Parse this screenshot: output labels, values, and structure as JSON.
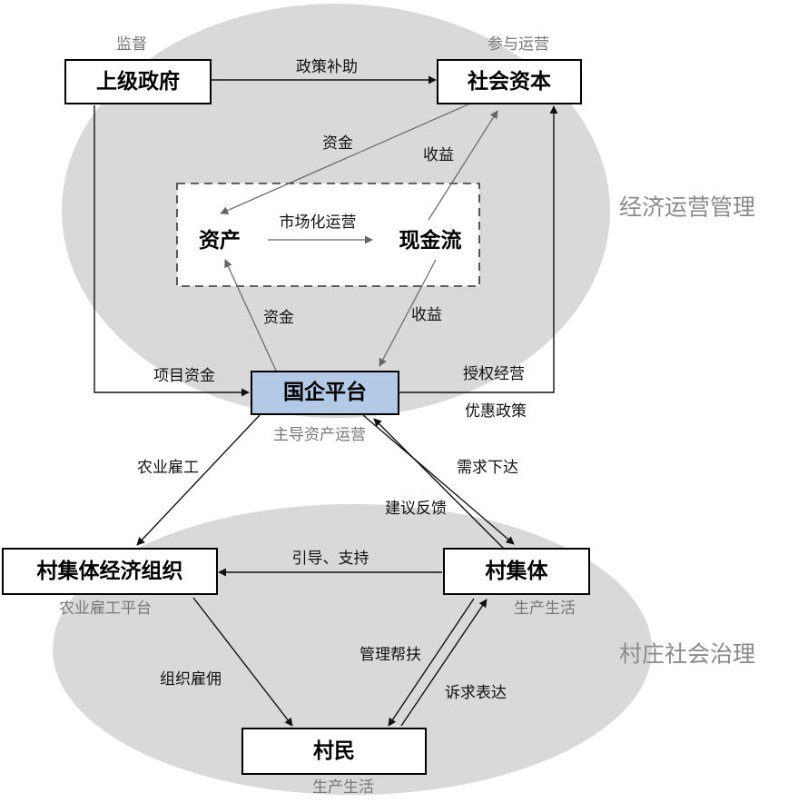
{
  "regions": {
    "economic": "经济运营管理",
    "village": "村庄社会治理"
  },
  "nodes": {
    "gov": {
      "label": "上级政府",
      "sub": "监督"
    },
    "capital": {
      "label": "社会资本",
      "sub": "参与运营"
    },
    "platform": {
      "label": "国企平台",
      "sub": "主导资产运营"
    },
    "org": {
      "label": "村集体经济组织",
      "sub": "农业雇工平台"
    },
    "collective": {
      "label": "村集体",
      "sub": "生产生活"
    },
    "villager": {
      "label": "村民",
      "sub": "生产生活"
    }
  },
  "inner": {
    "assets": "资产",
    "cashflow": "现金流",
    "market": "市场化运营"
  },
  "edges": {
    "policy_subsidy": "政策补助",
    "capital_funds": "资金",
    "capital_income": "收益",
    "platform_funds": "资金",
    "platform_income": "收益",
    "project_funds": "项目资金",
    "authorized_ops": "授权经营",
    "preferential_policy": "优惠政策",
    "agri_hire": "农业雇工",
    "demand_down": "需求下达",
    "feedback": "建议反馈",
    "guide_support": "引导、支持",
    "organize_hire": "组织雇佣",
    "manage_help": "管理帮扶",
    "appeal": "诉求表达"
  }
}
